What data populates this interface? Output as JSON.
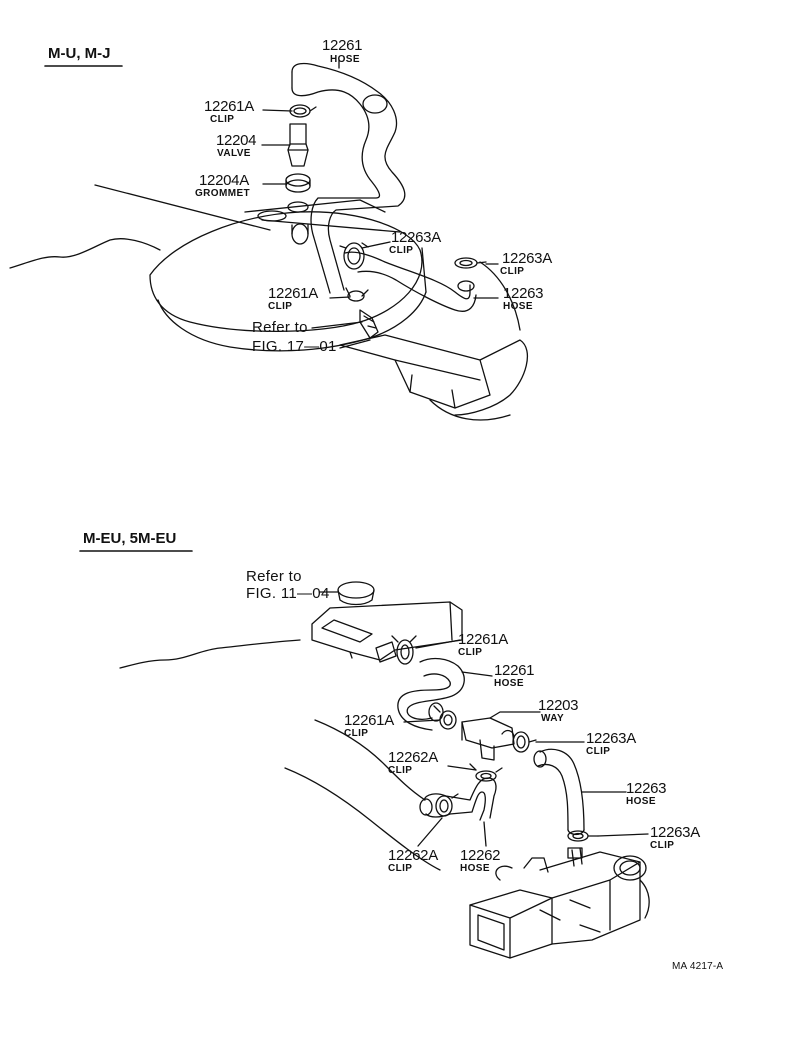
{
  "sections": {
    "top": {
      "title": "M-U, M-J",
      "hose_12261": {
        "num": "12261",
        "name": "HOSE"
      },
      "clip_12261a_upper": {
        "num": "12261A",
        "name": "CLIP"
      },
      "valve_12204": {
        "num": "12204",
        "name": "VALVE"
      },
      "grommet_12204a": {
        "num": "12204A",
        "name": "GROMMET"
      },
      "clip_12263a_center": {
        "num": "12263A",
        "name": "CLIP"
      },
      "clip_12263a_right": {
        "num": "12263A",
        "name": "CLIP"
      },
      "clip_12261a_lower": {
        "num": "12261A",
        "name": "CLIP"
      },
      "hose_12263": {
        "num": "12263",
        "name": "HOSE"
      },
      "refer": {
        "line1": "Refer to",
        "line2": "FIG. 17—01"
      }
    },
    "bottom": {
      "title": "M-EU, 5M-EU",
      "refer": {
        "line1": "Refer to",
        "line2": "FIG. 11—04"
      },
      "clip_12261a_top": {
        "num": "12261A",
        "name": "CLIP"
      },
      "hose_12261": {
        "num": "12261",
        "name": "HOSE"
      },
      "way_12203": {
        "num": "12203",
        "name": "WAY"
      },
      "clip_12261a_left": {
        "num": "12261A",
        "name": "CLIP"
      },
      "clip_12263a_mid": {
        "num": "12263A",
        "name": "CLIP"
      },
      "clip_12262a_upper": {
        "num": "12262A",
        "name": "CLIP"
      },
      "hose_12263": {
        "num": "12263",
        "name": "HOSE"
      },
      "clip_12263a_low": {
        "num": "12263A",
        "name": "CLIP"
      },
      "clip_12262a_lower": {
        "num": "12262A",
        "name": "CLIP"
      },
      "hose_12262": {
        "num": "12262",
        "name": "HOSE"
      }
    }
  },
  "figure_code": "MA 4217-A",
  "colors": {
    "line": "#111111",
    "paper": "#ffffff"
  }
}
